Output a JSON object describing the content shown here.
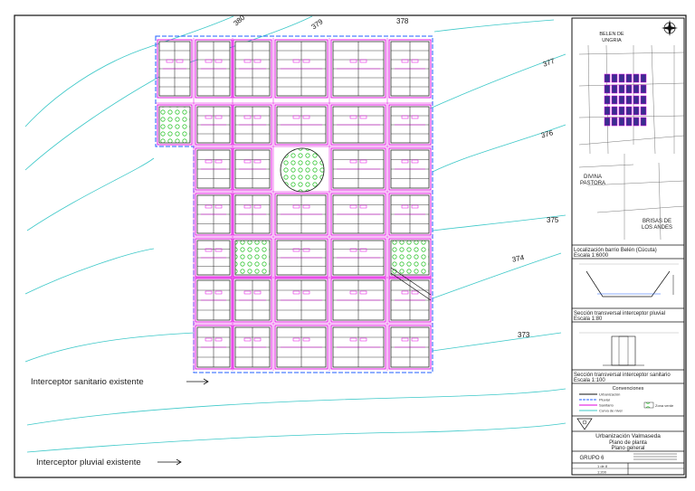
{
  "contours": [
    "380",
    "379",
    "378",
    "377",
    "376",
    "375",
    "374",
    "373"
  ],
  "interceptors": {
    "sanitary": "Interceptor sanitario existente",
    "pluvial": "Interceptor pluvial existente"
  },
  "location_panel": {
    "north_arrow": "north-arrow-icon",
    "places": {
      "belen": "BELEN DE UNGRIA",
      "divina": "DIVINA PASTORA",
      "brisas": "BRISAS DE LOS ANDES"
    },
    "caption": "Localización barrio Belén (Cúcuta)",
    "scale": "Escala 1:6000"
  },
  "pluvial_section": {
    "caption": "Sección transversal interceptor pluvial",
    "scale": "Escala 1:80"
  },
  "sanitary_section": {
    "caption": "Sección transversal interceptor sanitario",
    "scale": "Escala 1:100"
  },
  "legend": {
    "title": "Convenciones",
    "items": [
      "Urbanización",
      "Pluvial",
      "Sanitario",
      "Zona verde",
      "Curva de nivel"
    ]
  },
  "title_block": {
    "project": "Urbanización Valmaseda",
    "drawing": "Plano de planta",
    "subtitle": "Plano general",
    "group": "GRUPO 6",
    "sheet": "1 de 8",
    "scale": "1:200"
  },
  "colors": {
    "block_outline": "#e000e0",
    "lot_lines": "#111111",
    "contours": "#3cc8c8",
    "pluvial_pipe": "#1f5fff",
    "green_zone": "#38c838"
  }
}
